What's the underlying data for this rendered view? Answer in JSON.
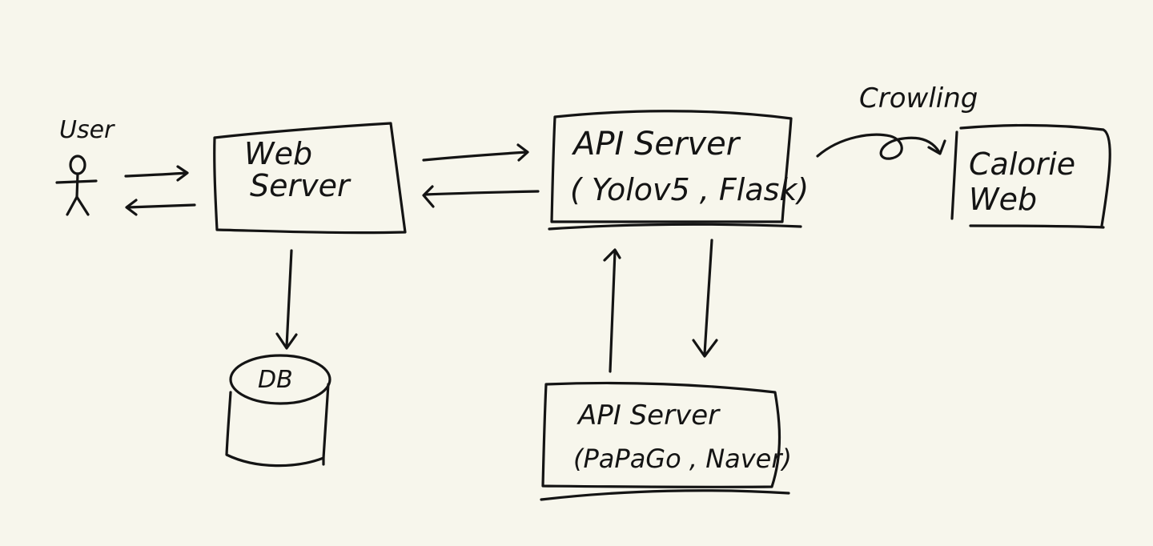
{
  "diagram": {
    "user": {
      "label": "User"
    },
    "web_server": {
      "line1": "Web",
      "line2": "Server"
    },
    "api_server_main": {
      "line1": "API Server",
      "line2": "( Yolov5 , Flask)"
    },
    "api_server_secondary": {
      "line1": "API  Server",
      "line2": "(PaPaGo , Naver)"
    },
    "calorie_web": {
      "line1": "Calorie",
      "line2": "Web"
    },
    "database": {
      "label": "DB"
    },
    "crawling_edge": {
      "label": "Crowling"
    }
  },
  "colors": {
    "background": "#f7f6ec",
    "ink": "#141414"
  }
}
